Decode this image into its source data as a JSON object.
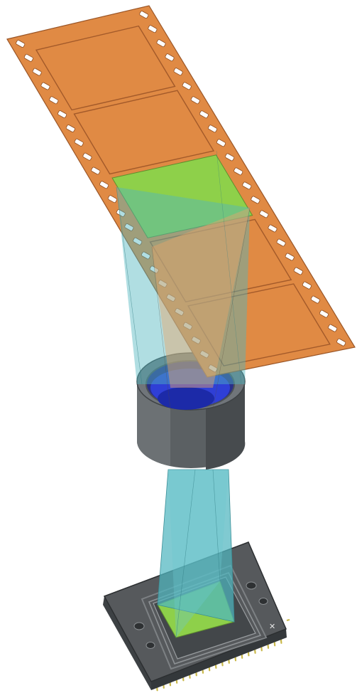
{
  "diagram": {
    "colors": {
      "film": "#e08a44",
      "film_edge": "#9a5526",
      "frame_divider": "#a35a2a",
      "highlighted_frame": "#8ed04a",
      "light_beam": "#4fb6bf",
      "lens_body": "#5b6063",
      "lens_glass": "#2f3fd6",
      "sensor_body": "#4f5356",
      "sensor_active_area": "#8ed04a",
      "pins": "#c9b84a",
      "background": "#ffffff"
    },
    "components": [
      {
        "id": "film-strip",
        "icon": "film-strip-icon"
      },
      {
        "id": "lens",
        "icon": "lens-icon"
      },
      {
        "id": "image-sensor",
        "icon": "sensor-chip-icon"
      }
    ],
    "film_frame_count": 5,
    "highlighted_frame_index": 2,
    "sensor_pin_count": 20
  }
}
